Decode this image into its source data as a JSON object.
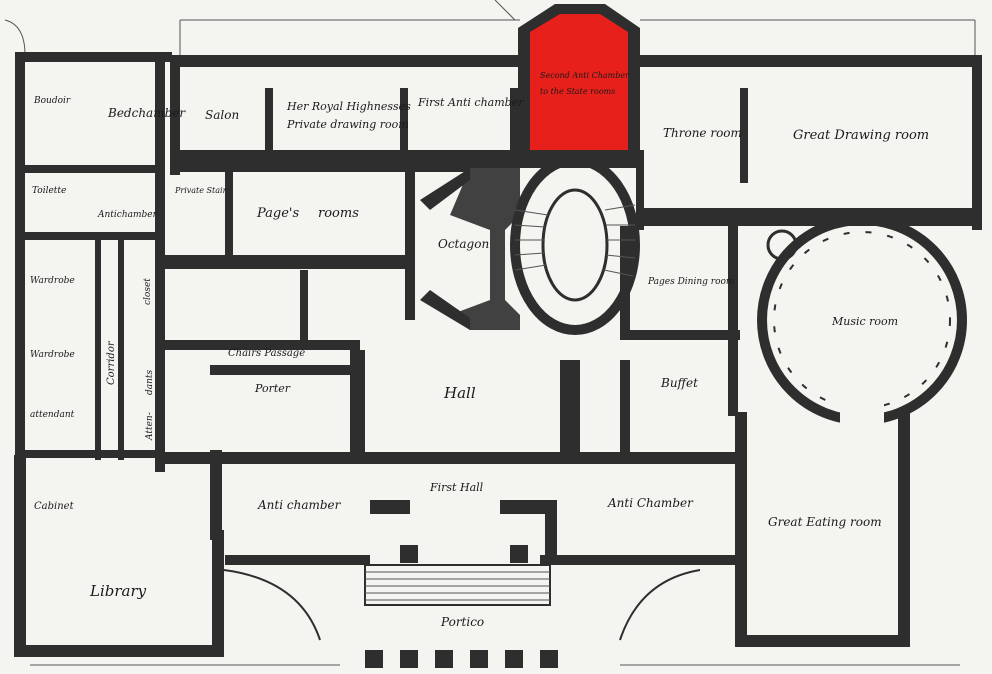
{
  "rooms": {
    "boudoir": "Boudoir",
    "bedchamber": "Bedchamber",
    "salon": "Salon",
    "her_royal_highness_1": "Her Royal Highnesses",
    "her_royal_highness_2": "Private drawing room",
    "first_anti_chamber": "First Anti chamber",
    "second_anti_chamber_1": "Second Anti Chamber",
    "second_anti_chamber_2": "to the State rooms",
    "throne_room": "Throne room",
    "great_drawing_room": "Great Drawing room",
    "toilette": "Toilette",
    "antichamber_small": "Antichamber",
    "private_stair": "Private Stair",
    "pages_rooms_1": "Page's",
    "pages_rooms_2": "rooms",
    "octagon": "Octagon",
    "pages_dining_room": "Pages Dining room",
    "music_room": "Music room",
    "wardrobe_1": "Wardrobe",
    "wardrobe_2": "Wardrobe",
    "closet": "closet",
    "corridor": "Corridor",
    "attendants_1": "Atten-",
    "attendants_2": "dants",
    "attendant": "attendant",
    "chairs_passage": "Chairs Passage",
    "porter": "Porter",
    "hall": "Hall",
    "buffet": "Buffet",
    "cabinet": "Cabinet",
    "anti_chamber_left": "Anti chamber",
    "first_hall": "First Hall",
    "anti_chamber_right": "Anti Chamber",
    "great_eating_room": "Great Eating room",
    "library": "Library",
    "portico": "Portico"
  },
  "highlight": {
    "room": "second_anti_chamber",
    "color": "#e8201c"
  },
  "colors": {
    "paper": "#f4f4f0",
    "ink": "#2e2e2e"
  }
}
